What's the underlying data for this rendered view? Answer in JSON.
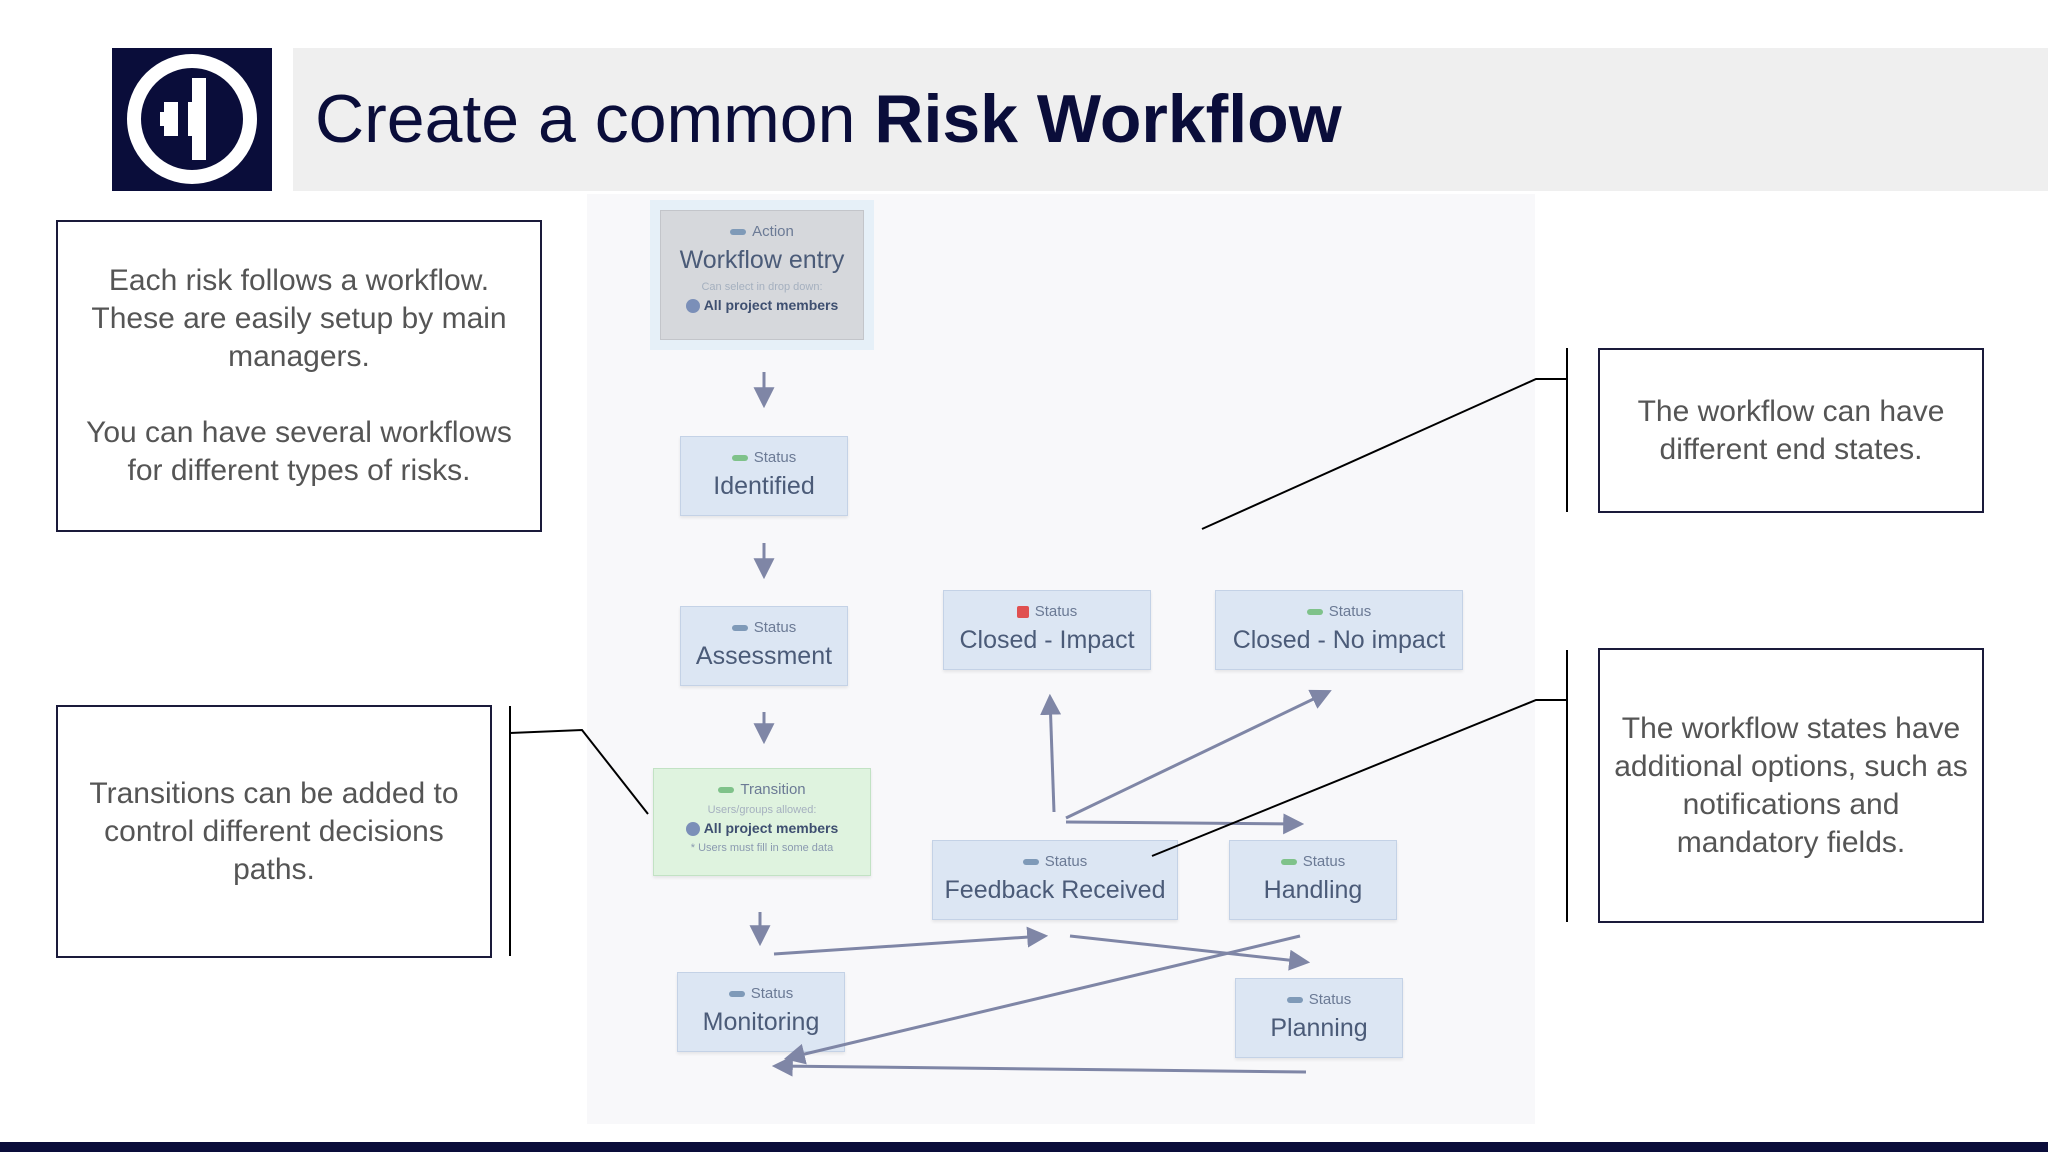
{
  "header": {
    "title_prefix": "Create a common ",
    "title_bold": "Risk Workflow",
    "logo_icon": "plus-circle-logo"
  },
  "callouts": {
    "workflow": "Each risk follows a workflow.\nThese are easily setup by main managers.\n\nYou can have several workflows for different types of risks.",
    "transitions": "Transitions can be added to control different decisions paths.",
    "end_states": "The workflow can have different end states.",
    "options": "The workflow states have additional options, such as notifications and mandatory fields."
  },
  "diagram": {
    "entry": {
      "tag": "Action",
      "label": "Workflow entry",
      "sub": "Can select in drop down:",
      "who": "All project members"
    },
    "identified": {
      "tag": "Status",
      "label": "Identified"
    },
    "assessment": {
      "tag": "Status",
      "label": "Assessment"
    },
    "transition": {
      "tag": "Transition",
      "sub": "Users/groups allowed:",
      "who": "All project members",
      "note": "* Users must fill in some data"
    },
    "monitoring": {
      "tag": "Status",
      "label": "Monitoring"
    },
    "closed_impact": {
      "tag": "Status",
      "label": "Closed - Impact"
    },
    "closed_no_impact": {
      "tag": "Status",
      "label": "Closed - No impact"
    },
    "feedback": {
      "tag": "Status",
      "label": "Feedback Received"
    },
    "handling": {
      "tag": "Status",
      "label": "Handling"
    },
    "planning": {
      "tag": "Status",
      "label": "Planning"
    }
  },
  "colors": {
    "brand_navy": "#0a0d3a",
    "status_node": "#dce6f3",
    "transition_node": "#dff3df",
    "action_node": "#d6d8dc",
    "arrow": "#7f86a6"
  }
}
